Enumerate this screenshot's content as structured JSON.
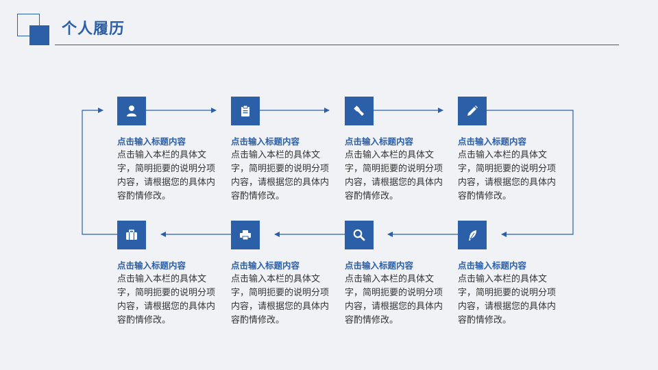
{
  "header": {
    "title": "个人履历"
  },
  "colors": {
    "accent": "#2b5fa8",
    "text": "#333333",
    "background": "#f0f2f5"
  },
  "steps": [
    {
      "icon": "user-icon",
      "title": "点击输入标题内容",
      "desc": "点击输入本栏的具体文字，简明扼要的说明分项内容，请根据您的具体内容酌情修改。"
    },
    {
      "icon": "clipboard-icon",
      "title": "点击输入标题内容",
      "desc": "点击输入本栏的具体文字，简明扼要的说明分项内容，请根据您的具体内容酌情修改。"
    },
    {
      "icon": "flashlight-icon",
      "title": "点击输入标题内容",
      "desc": "点击输入本栏的具体文字，简明扼要的说明分项内容，请根据您的具体内容酌情修改。"
    },
    {
      "icon": "pencil-icon",
      "title": "点击输入标题内容",
      "desc": "点击输入本栏的具体文字，简明扼要的说明分项内容，请根据您的具体内容酌情修改。"
    },
    {
      "icon": "feather-icon",
      "title": "点击输入标题内容",
      "desc": "点击输入本栏的具体文字，简明扼要的说明分项内容，请根据您的具体内容酌情修改。"
    },
    {
      "icon": "search-icon",
      "title": "点击输入标题内容",
      "desc": "点击输入本栏的具体文字，简明扼要的说明分项内容，请根据您的具体内容酌情修改。"
    },
    {
      "icon": "printer-icon",
      "title": "点击输入标题内容",
      "desc": "点击输入本栏的具体文字，简明扼要的说明分项内容，请根据您的具体内容酌情修改。"
    },
    {
      "icon": "briefcase-icon",
      "title": "点击输入标题内容",
      "desc": "点击输入本栏的具体文字，简明扼要的说明分项内容，请根据您的具体内容酌情修改。"
    }
  ]
}
